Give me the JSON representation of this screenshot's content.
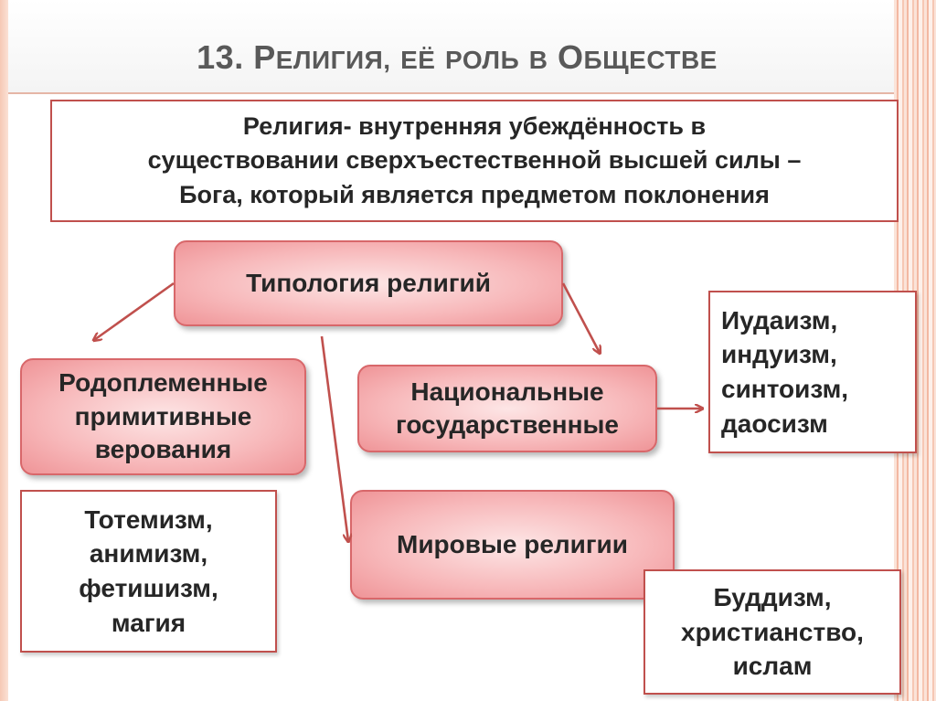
{
  "title": {
    "number": "13.",
    "initial_1": "Р",
    "rest_1": "ЕЛИГИЯ,",
    "word_2": "ЕЁ",
    "word_3": "РОЛЬ",
    "word_4": "В",
    "initial_5": "О",
    "rest_5": "БЩЕСТВЕ"
  },
  "definition": "Религия- внутренняя убеждённость в\nсуществовании сверхъестественной высшей силы –\nБога, который является предметом поклонения",
  "typology": "Типология религий",
  "tribal": {
    "label": "Родоплеменные\nпримитивные\nверования",
    "examples": "Тотемизм,\nанимизм,\nфетишизм,\nмагия"
  },
  "national": {
    "label": "Национальные\nгосударственные",
    "examples": "Иудаизм,\nиндуизм,\nсинтоизм,\nдаосизм"
  },
  "world": {
    "label": "Мировые религии",
    "examples": "Буддизм,\nхристианство,\nислам"
  },
  "colors": {
    "accent": "#c0504d",
    "box_fill": "#f7b7b9",
    "title_text": "#595959"
  }
}
